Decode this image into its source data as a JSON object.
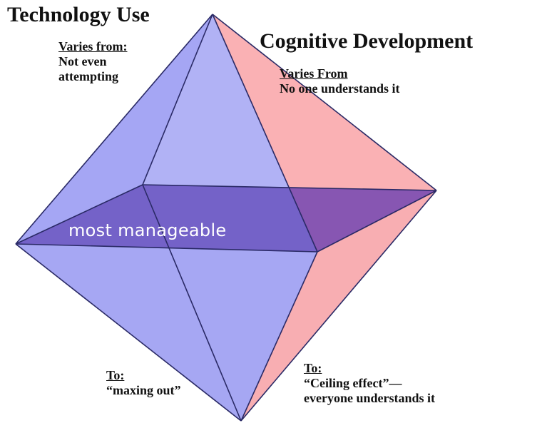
{
  "diagram": {
    "titles": {
      "technology": "Technology Use",
      "cognitive": "Cognitive Development"
    },
    "technology_from": {
      "heading": "Varies from:",
      "line1": "Not even",
      "line2": "attempting"
    },
    "cognitive_from": {
      "heading": "Varies From",
      "line1": "No one understands it"
    },
    "center_label": "most manageable",
    "technology_to": {
      "heading": "To:",
      "line1": "“maxing out”"
    },
    "cognitive_to": {
      "heading": "To:",
      "line1": "“Ceiling effect”—",
      "line2": "everyone understands it"
    },
    "colors": {
      "blue_face": "#a7a8f4",
      "blue_front": "#9e9ff2",
      "pink_face": "#f9a8ac",
      "middle_plane": "#6a54bf",
      "edge": "#2a2a66"
    }
  }
}
